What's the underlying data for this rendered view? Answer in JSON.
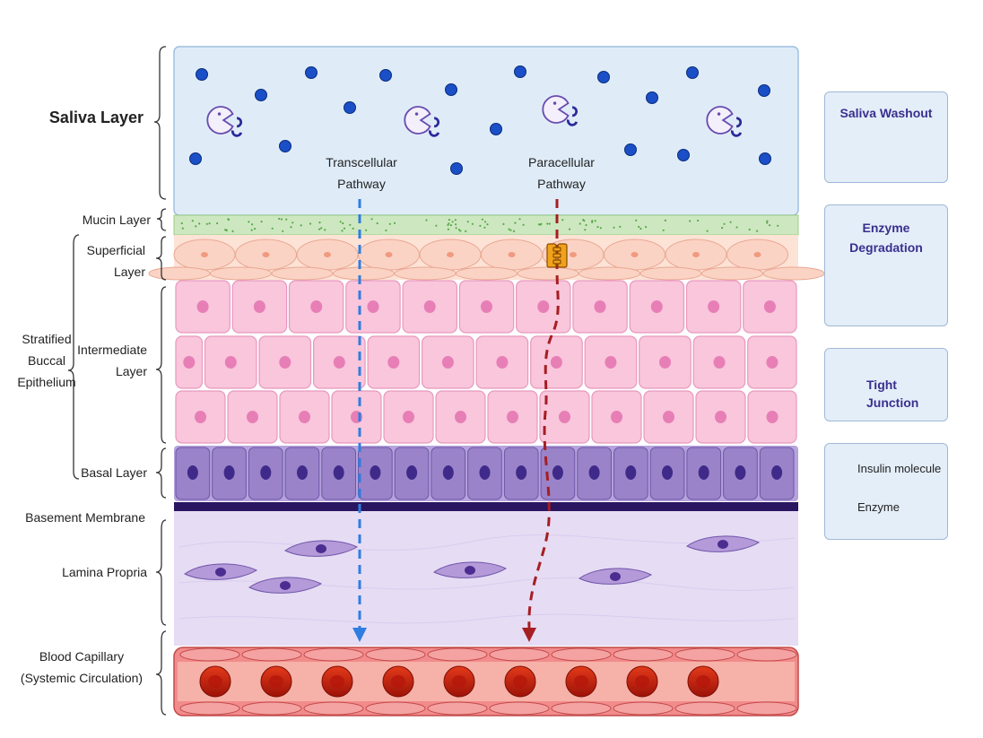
{
  "left_labels": {
    "saliva": "Saliva Layer",
    "mucin": "Mucin Layer",
    "superficial": [
      "Superficial",
      "Layer"
    ],
    "stratified": [
      "Stratified",
      "Buccal",
      "Epithelium"
    ],
    "intermediate": [
      "Intermediate",
      "Layer"
    ],
    "basal": "Basal Layer",
    "basement": "Basement Membrane",
    "lamina": "Lamina Propria",
    "capillary": [
      "Blood Capillary",
      "(Systemic Circulation)"
    ]
  },
  "pathways": {
    "transcellular": [
      "Transcellular",
      "Pathway"
    ],
    "paracellular": [
      "Paracellular",
      "Pathway"
    ]
  },
  "legend": {
    "washout": "Saliva Washout",
    "enzyme_degradation": [
      "Enzyme",
      "Degradation"
    ],
    "tight_junction": "Tight Junction",
    "insulin": "Insulin molecule",
    "enzyme": "Enzyme"
  },
  "colors": {
    "saliva_bg": "#dfecf8",
    "mucin": "#cde8c0",
    "superficial": "#fbd3c4",
    "intermediate": "#f9c6dc",
    "basal": "#9a83c8",
    "basement": "#2a1660",
    "lamina": "#e6dcf4",
    "capillary": "#e86a6a",
    "insulin": "#1a4fc8",
    "transcellular_arrow": "#2f7de0",
    "paracellular_arrow": "#a51e22"
  }
}
